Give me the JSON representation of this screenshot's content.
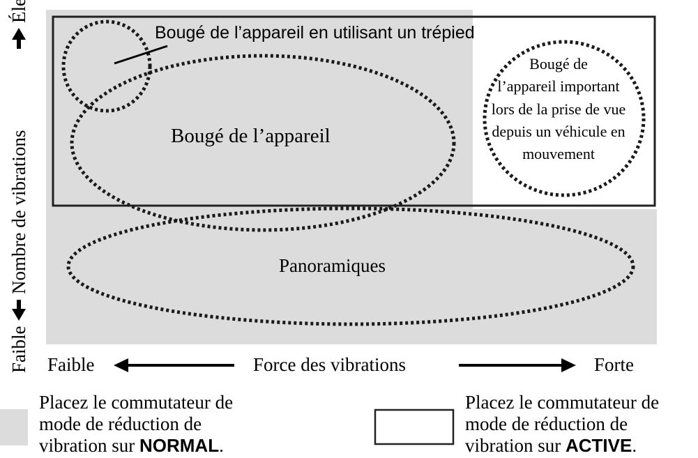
{
  "colors": {
    "normal_zone": "#dcdcdc",
    "active_zone_border": "#222222",
    "ink": "#000000"
  },
  "axes": {
    "y_label": "Faible ← Nombre de vibrations → Élevé",
    "y_low": "Faible",
    "y_title": "Nombre de vibrations",
    "y_high": "Élevé",
    "x_low": "Faible",
    "x_title": "Force des vibrations",
    "x_high": "Forte"
  },
  "regions": {
    "tripod": "Bougé de l’appareil en utilisant un trépied",
    "camera_shake": "Bougé de l’appareil",
    "vehicle": [
      "Bougé de",
      "l’appareil important",
      "lors de la prise de vue",
      "depuis un véhicule en",
      "mouvement"
    ],
    "panning": "Panoramiques"
  },
  "legend": {
    "normal": {
      "line1": "Placez le commutateur de",
      "line2": "mode de réduction de",
      "line3_prefix": "vibration sur ",
      "mode": "NORMAL",
      "suffix": "."
    },
    "active": {
      "line1": "Placez le commutateur de",
      "line2": "mode de réduction de",
      "line3_prefix": "vibration sur ",
      "mode": "ACTIVE",
      "suffix": "."
    }
  }
}
